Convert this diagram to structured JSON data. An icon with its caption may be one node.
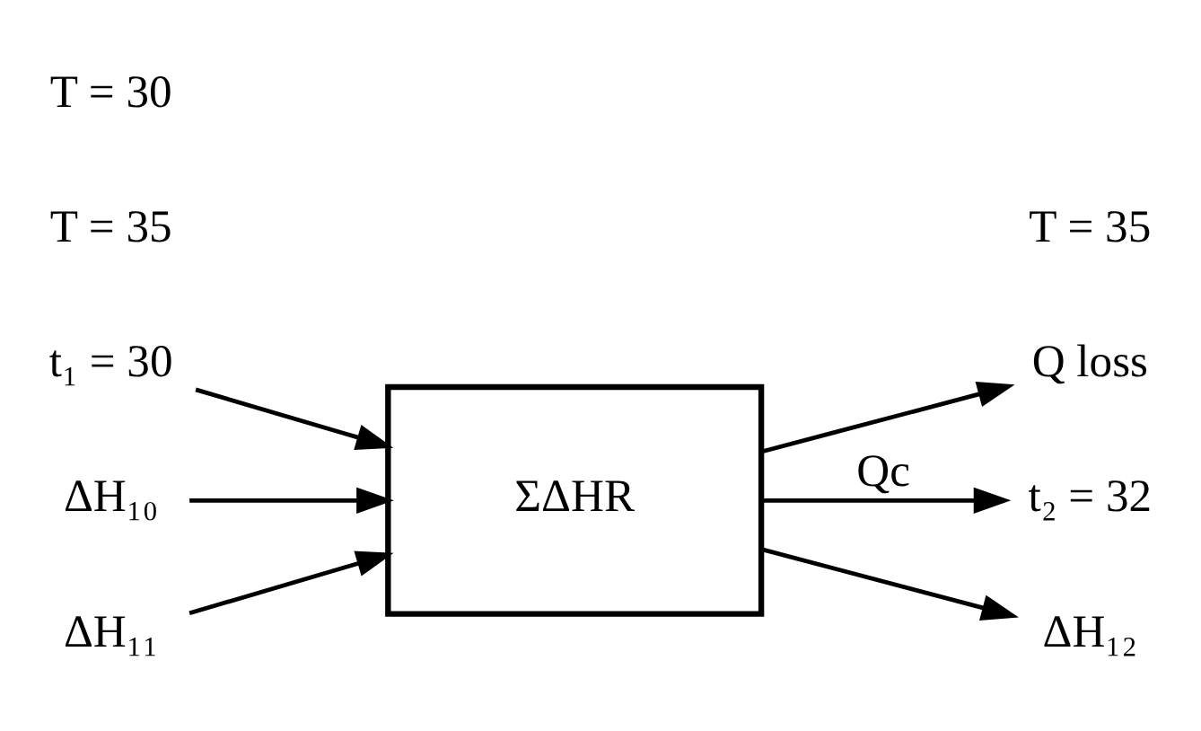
{
  "diagram": {
    "nodes": [
      {
        "text": [
          "t₁ = 30"
        ]
      },
      {
        "text": [
          "ΔH₁₀"
        ]
      },
      {
        "text": [
          "ΔH₁₁"
        ]
      },
      {
        "text": [
          "ΣΔHR"
        ]
      },
      {
        "text": [
          "Q loss"
        ]
      },
      {
        "text": [
          "t₂ = 32"
        ]
      },
      {
        "text": [
          "ΔH₁₂"
        ]
      }
    ],
    "edges": [
      {
        "from": 0,
        "to": 3,
        "arrow": "to"
      },
      {
        "from": 1,
        "to": 3,
        "arrow": "to"
      },
      {
        "from": 2,
        "to": 3,
        "arrow": "to"
      },
      {
        "from": 3,
        "to": 4,
        "arrow": "to"
      },
      {
        "from": 3,
        "to": 5,
        "arrow": "to",
        "label": "Qc"
      },
      {
        "from": 3,
        "to": 6,
        "arrow": "to"
      }
    ],
    "labels": [
      "T = 35",
      "T = 30",
      "T = 35"
    ]
  }
}
